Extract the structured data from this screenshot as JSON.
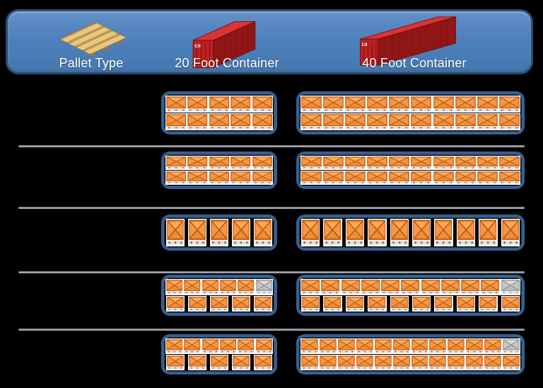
{
  "header": {
    "columns": [
      {
        "label": "Pallet Type",
        "icon": "pallet-icon"
      },
      {
        "label": "20 Foot Container",
        "icon": "container-20ft-icon"
      },
      {
        "label": "40 Foot Container",
        "icon": "container-40ft-icon"
      }
    ],
    "container_logo": "CII"
  },
  "colors": {
    "background": "#000000",
    "header_fill": "#4E81BD",
    "header_border": "#2B4C72",
    "cell_border": "#35618F",
    "tile_white": "#FFFFFF",
    "crate_orange": "#F79646",
    "crate_orange_dark": "#C05A11",
    "crate_orange_light": "#FBAD5D",
    "crate_gray": "#C6C6C6",
    "pallet_strip": "#EFDCD3",
    "separator_gray": "#9AA0A7",
    "label_text": "#FFFFFF",
    "pallet_wood": "#E8C77F",
    "container_red": "#C42222"
  },
  "rows": [
    {
      "id": "pallet-row-1",
      "c20": {
        "icon_rows": [
          {
            "orange": 5,
            "gray": 0,
            "spacing": "packed"
          },
          {
            "orange": 5,
            "gray": 0,
            "spacing": "packed"
          }
        ],
        "total_full": 10,
        "total_partial": 0
      },
      "c40": {
        "icon_rows": [
          {
            "orange": 10,
            "gray": 0,
            "spacing": "packed"
          },
          {
            "orange": 10,
            "gray": 0,
            "spacing": "packed"
          }
        ],
        "total_full": 20,
        "total_partial": 0
      }
    },
    {
      "id": "pallet-row-2",
      "c20": {
        "icon_rows": [
          {
            "orange": 5,
            "gray": 0,
            "spacing": "packed"
          },
          {
            "orange": 5,
            "gray": 0,
            "spacing": "packed"
          }
        ],
        "total_full": 10,
        "total_partial": 0
      },
      "c40": {
        "icon_rows": [
          {
            "orange": 10,
            "gray": 0,
            "spacing": "packed"
          },
          {
            "orange": 10,
            "gray": 0,
            "spacing": "packed"
          }
        ],
        "total_full": 20,
        "total_partial": 0
      }
    },
    {
      "id": "pallet-row-3",
      "c20": {
        "icon_rows": [
          {
            "orange": 5,
            "gray": 0,
            "spacing": "spaced"
          }
        ],
        "total_full": 5,
        "total_partial": 0
      },
      "c40": {
        "icon_rows": [
          {
            "orange": 10,
            "gray": 0,
            "spacing": "spaced"
          }
        ],
        "total_full": 10,
        "total_partial": 0
      }
    },
    {
      "id": "pallet-row-4",
      "c20": {
        "icon_rows": [
          {
            "orange": 5,
            "gray": 1,
            "spacing": "packed"
          },
          {
            "orange": 5,
            "gray": 0,
            "spacing": "spaced"
          }
        ],
        "total_full": 10,
        "total_partial": 1
      },
      "c40": {
        "icon_rows": [
          {
            "orange": 10,
            "gray": 1,
            "spacing": "packed"
          },
          {
            "orange": 10,
            "gray": 0,
            "spacing": "spaced"
          }
        ],
        "total_full": 20,
        "total_partial": 1
      }
    },
    {
      "id": "pallet-row-5",
      "c20": {
        "icon_rows": [
          {
            "orange": 6,
            "gray": 0,
            "spacing": "packed"
          },
          {
            "orange": 5,
            "gray": 0,
            "spacing": "spaced"
          }
        ],
        "total_full": 11,
        "total_partial": 0
      },
      "c40": {
        "icon_rows": [
          {
            "orange": 11,
            "gray": 1,
            "spacing": "packed"
          },
          {
            "orange": 12,
            "gray": 0,
            "spacing": "packed"
          }
        ],
        "total_full": 23,
        "total_partial": 1
      }
    }
  ]
}
